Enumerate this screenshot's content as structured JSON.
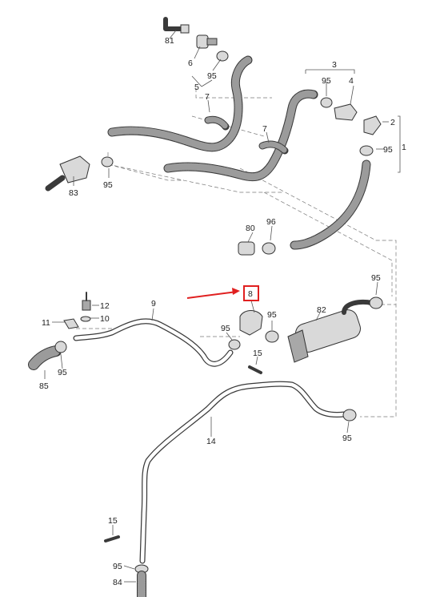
{
  "labels": {
    "p81": "81",
    "p6": "6",
    "p95a": "95",
    "p5": "5",
    "p3": "3",
    "p95b": "95",
    "p4": "4",
    "p7a": "7",
    "p7b": "7",
    "p2": "2",
    "p95c": "95",
    "p1": "1",
    "p83": "83",
    "p95d": "95",
    "p80": "80",
    "p96": "96",
    "p8": "8",
    "p95e": "95",
    "p12": "12",
    "p9": "9",
    "p11": "11",
    "p10": "10",
    "p95f": "95",
    "p82": "82",
    "p95g": "95",
    "p15a": "15",
    "p85": "85",
    "p95h": "95",
    "p14": "14",
    "p95i": "95",
    "p15b": "15",
    "p95j": "95",
    "p84": "84"
  },
  "highlight": {
    "part": "8",
    "color": "#e02020"
  },
  "colors": {
    "line": "#3a3a3a",
    "part_fill": "#d9d9d9",
    "arrow": "#e02020"
  }
}
